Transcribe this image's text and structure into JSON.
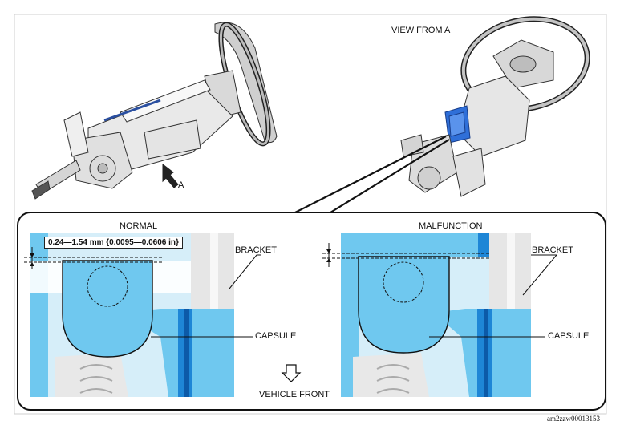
{
  "labels": {
    "view_from_a": "VIEW FROM A",
    "arrow_a": "A",
    "normal": "NORMAL",
    "malfunction": "MALFUNCTION",
    "bracket": "BRACKET",
    "capsule": "CAPSULE",
    "vehicle_front": "VEHICLE FRONT",
    "dimension": "0.24—1.54 mm {0.0095—0.0606 in}",
    "ref_code": "am2zzw00013153"
  },
  "colors": {
    "capsule_blue": "#6fc8ef",
    "deep_blue": "#1e86d6",
    "dark_blue": "#0c5aa8",
    "light_gray": "#e6e6e6",
    "outline": "#111111"
  }
}
